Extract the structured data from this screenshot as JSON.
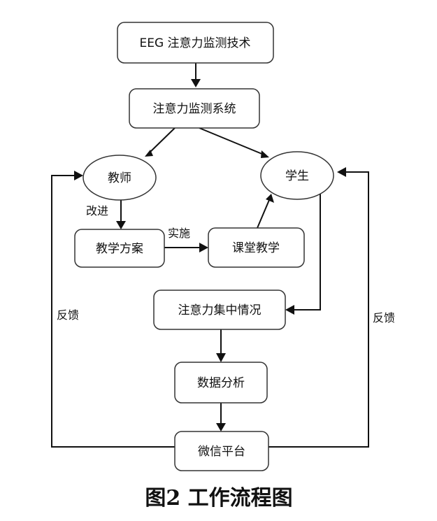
{
  "nodes": {
    "eeg_tech": "EEG 注意力监测技术",
    "system": "注意力监测系统",
    "teacher": "教师",
    "student": "学生",
    "teaching_plan": "教学方案",
    "classroom": "课堂教学",
    "concentration": "注意力集中情况",
    "data_analysis": "数据分析",
    "wechat": "微信平台"
  },
  "edges": {
    "improve": "改进",
    "implement": "实施",
    "feedback_left": "反馈",
    "feedback_right": "反馈"
  },
  "caption": "图2 工作流程图"
}
